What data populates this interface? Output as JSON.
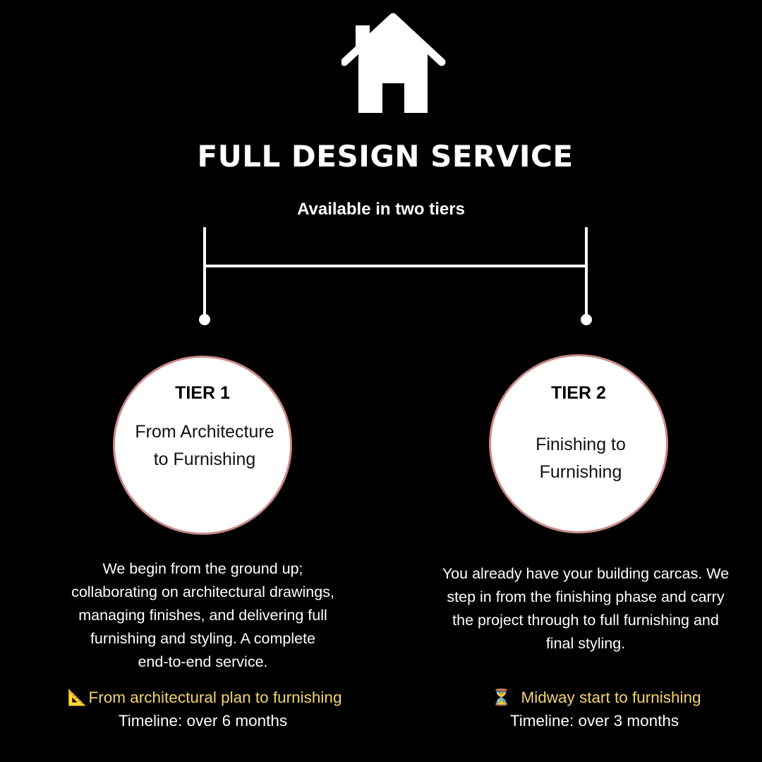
{
  "header": {
    "icon": "house-icon",
    "title": "FULL DESIGN SERVICE",
    "subtitle": "Available in two tiers"
  },
  "colors": {
    "background": "#000000",
    "text": "#ffffff",
    "circle_fill": "#ffffff",
    "circle_border": "#c98a87",
    "highlight": "#f5d36b"
  },
  "tiers": [
    {
      "label": "TIER 1",
      "name": "From Architecture to Furnishing",
      "description": "We begin from the ground up;\ncollaborating on architectural drawings,\nmanaging finishes, and delivering full\nfurnishing and styling. A complete\nend-to-end service.",
      "highlight_icon": "triangular-ruler-icon",
      "highlight_glyph": "📐",
      "highlight": "From architectural plan to furnishing",
      "timeline": "Timeline: over 6 months"
    },
    {
      "label": "TIER 2",
      "name": "Finishing to Furnishing",
      "description": "You already have your building carcas. We\nstep in from the finishing phase and carry\nthe project through to full furnishing and\nfinal styling.",
      "highlight_icon": "hourglass-icon",
      "highlight_glyph": "⏳",
      "highlight": "Midway start to furnishing",
      "timeline": "Timeline: over 3 months"
    }
  ]
}
